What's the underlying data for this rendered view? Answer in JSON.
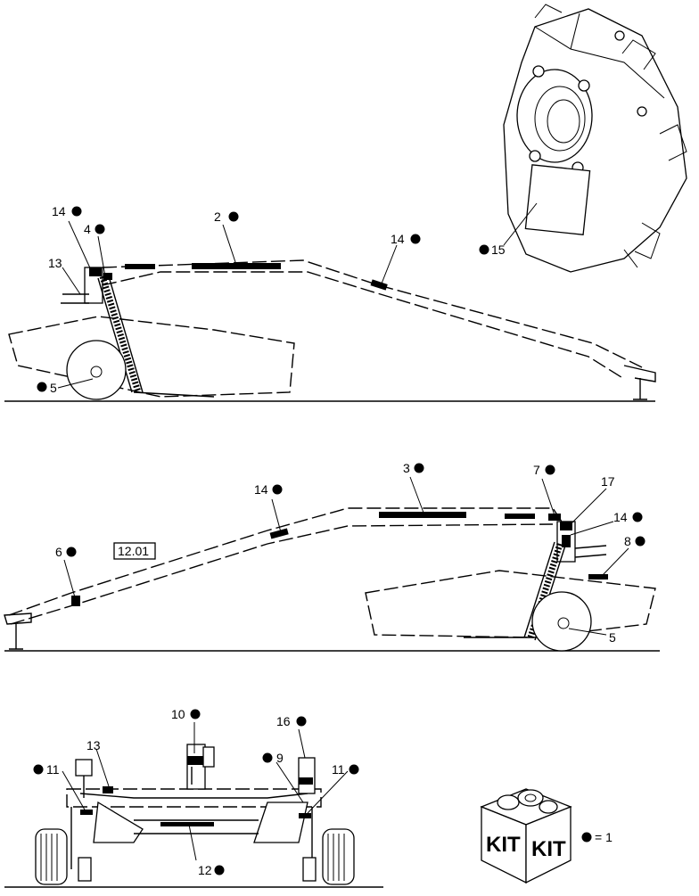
{
  "callouts": {
    "c2": "2",
    "c3": "3",
    "c4": "4",
    "c5a": "5",
    "c5b": "5",
    "c6": "6",
    "c7": "7",
    "c8": "8",
    "c9": "9",
    "c10": "10",
    "c11a": "11",
    "c11b": "11",
    "c12": "12",
    "c13a": "13",
    "c13b": "13",
    "c14a": "14",
    "c14b": "14",
    "c14c": "14",
    "c14d": "14",
    "c15": "15",
    "c16": "16",
    "c17": "17"
  },
  "reference_box": "12.01",
  "kit": {
    "label_left": "KIT",
    "label_right": "KIT",
    "legend_equals": "= 1"
  },
  "colors": {
    "line": "#000000",
    "background": "#ffffff"
  }
}
